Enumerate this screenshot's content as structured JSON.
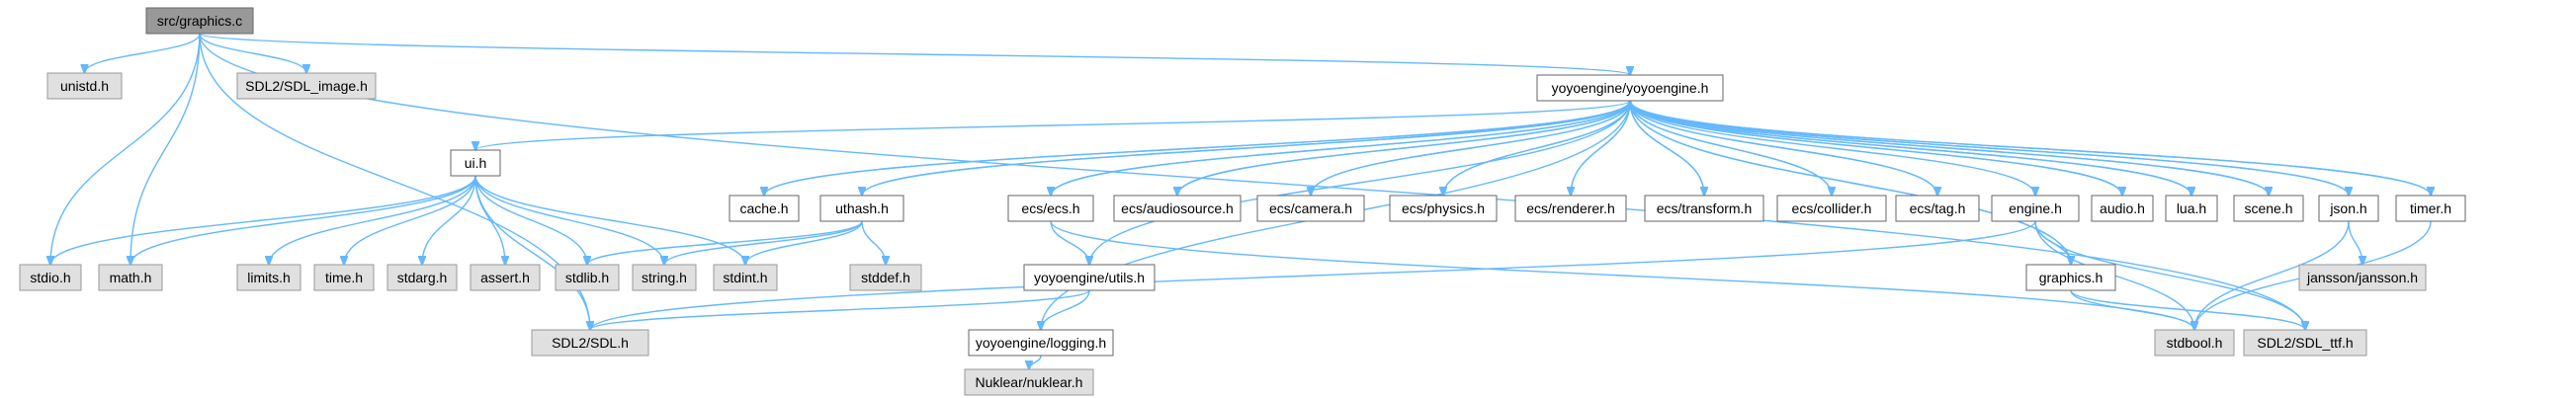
{
  "diagram": {
    "type": "include-dependency-graph",
    "edge_color": "#63b8ff",
    "node_styles": {
      "root_fill": "#999999",
      "internal_fill": "#ffffff",
      "external_fill": "#e0e0e0"
    },
    "nodes": [
      {
        "id": "graphics_c",
        "label": "src/graphics.c",
        "kind": "root"
      },
      {
        "id": "unistd",
        "label": "unistd.h",
        "kind": "external"
      },
      {
        "id": "sdl_image",
        "label": "SDL2/SDL_image.h",
        "kind": "external"
      },
      {
        "id": "yoyoengine",
        "label": "yoyoengine/yoyoengine.h",
        "kind": "internal"
      },
      {
        "id": "ui",
        "label": "ui.h",
        "kind": "internal"
      },
      {
        "id": "cache",
        "label": "cache.h",
        "kind": "internal"
      },
      {
        "id": "uthash",
        "label": "uthash.h",
        "kind": "internal"
      },
      {
        "id": "ecs",
        "label": "ecs/ecs.h",
        "kind": "internal"
      },
      {
        "id": "audiosource",
        "label": "ecs/audiosource.h",
        "kind": "internal"
      },
      {
        "id": "camera",
        "label": "ecs/camera.h",
        "kind": "internal"
      },
      {
        "id": "physics",
        "label": "ecs/physics.h",
        "kind": "internal"
      },
      {
        "id": "renderer",
        "label": "ecs/renderer.h",
        "kind": "internal"
      },
      {
        "id": "transform",
        "label": "ecs/transform.h",
        "kind": "internal"
      },
      {
        "id": "collider",
        "label": "ecs/collider.h",
        "kind": "internal"
      },
      {
        "id": "tag",
        "label": "ecs/tag.h",
        "kind": "internal"
      },
      {
        "id": "engine",
        "label": "engine.h",
        "kind": "internal"
      },
      {
        "id": "audio",
        "label": "audio.h",
        "kind": "internal"
      },
      {
        "id": "lua",
        "label": "lua.h",
        "kind": "internal"
      },
      {
        "id": "scene",
        "label": "scene.h",
        "kind": "internal"
      },
      {
        "id": "json",
        "label": "json.h",
        "kind": "internal"
      },
      {
        "id": "timer",
        "label": "timer.h",
        "kind": "internal"
      },
      {
        "id": "stdio",
        "label": "stdio.h",
        "kind": "external"
      },
      {
        "id": "math",
        "label": "math.h",
        "kind": "external"
      },
      {
        "id": "limits",
        "label": "limits.h",
        "kind": "external"
      },
      {
        "id": "time",
        "label": "time.h",
        "kind": "external"
      },
      {
        "id": "stdarg",
        "label": "stdarg.h",
        "kind": "external"
      },
      {
        "id": "assert",
        "label": "assert.h",
        "kind": "external"
      },
      {
        "id": "stdlib",
        "label": "stdlib.h",
        "kind": "external"
      },
      {
        "id": "string",
        "label": "string.h",
        "kind": "external"
      },
      {
        "id": "stdint",
        "label": "stdint.h",
        "kind": "external"
      },
      {
        "id": "stddef",
        "label": "stddef.h",
        "kind": "external"
      },
      {
        "id": "utils",
        "label": "yoyoengine/utils.h",
        "kind": "internal"
      },
      {
        "id": "graphics_h",
        "label": "graphics.h",
        "kind": "internal"
      },
      {
        "id": "jansson",
        "label": "jansson/jansson.h",
        "kind": "external"
      },
      {
        "id": "sdl",
        "label": "SDL2/SDL.h",
        "kind": "external"
      },
      {
        "id": "logging",
        "label": "yoyoengine/logging.h",
        "kind": "internal"
      },
      {
        "id": "stdbool",
        "label": "stdbool.h",
        "kind": "external"
      },
      {
        "id": "sdl_ttf",
        "label": "SDL2/SDL_ttf.h",
        "kind": "external"
      },
      {
        "id": "nuklear",
        "label": "Nuklear/nuklear.h",
        "kind": "external"
      }
    ],
    "edges": [
      [
        "graphics_c",
        "unistd"
      ],
      [
        "graphics_c",
        "sdl_image"
      ],
      [
        "graphics_c",
        "yoyoengine"
      ],
      [
        "graphics_c",
        "stdio"
      ],
      [
        "graphics_c",
        "math"
      ],
      [
        "graphics_c",
        "sdl"
      ],
      [
        "graphics_c",
        "sdl_ttf"
      ],
      [
        "yoyoengine",
        "ui"
      ],
      [
        "yoyoengine",
        "cache"
      ],
      [
        "yoyoengine",
        "uthash"
      ],
      [
        "yoyoengine",
        "ecs"
      ],
      [
        "yoyoengine",
        "audiosource"
      ],
      [
        "yoyoengine",
        "camera"
      ],
      [
        "yoyoengine",
        "physics"
      ],
      [
        "yoyoengine",
        "renderer"
      ],
      [
        "yoyoengine",
        "transform"
      ],
      [
        "yoyoengine",
        "collider"
      ],
      [
        "yoyoengine",
        "tag"
      ],
      [
        "yoyoengine",
        "engine"
      ],
      [
        "yoyoengine",
        "audio"
      ],
      [
        "yoyoengine",
        "lua"
      ],
      [
        "yoyoengine",
        "scene"
      ],
      [
        "yoyoengine",
        "json"
      ],
      [
        "yoyoengine",
        "timer"
      ],
      [
        "yoyoengine",
        "utils"
      ],
      [
        "yoyoengine",
        "graphics_h"
      ],
      [
        "yoyoengine",
        "logging"
      ],
      [
        "cache",
        "yoyoengine"
      ],
      [
        "uthash",
        "yoyoengine"
      ],
      [
        "ecs",
        "yoyoengine"
      ],
      [
        "audiosource",
        "yoyoengine"
      ],
      [
        "camera",
        "yoyoengine"
      ],
      [
        "physics",
        "yoyoengine"
      ],
      [
        "renderer",
        "yoyoengine"
      ],
      [
        "transform",
        "yoyoengine"
      ],
      [
        "collider",
        "yoyoengine"
      ],
      [
        "tag",
        "yoyoengine"
      ],
      [
        "audio",
        "yoyoengine"
      ],
      [
        "lua",
        "yoyoengine"
      ],
      [
        "scene",
        "yoyoengine"
      ],
      [
        "json",
        "yoyoengine"
      ],
      [
        "timer",
        "yoyoengine"
      ],
      [
        "graphics_h",
        "yoyoengine"
      ],
      [
        "ui",
        "stdio"
      ],
      [
        "ui",
        "math"
      ],
      [
        "ui",
        "limits"
      ],
      [
        "ui",
        "time"
      ],
      [
        "ui",
        "stdarg"
      ],
      [
        "ui",
        "assert"
      ],
      [
        "ui",
        "stdlib"
      ],
      [
        "ui",
        "string"
      ],
      [
        "ui",
        "stdint"
      ],
      [
        "ui",
        "sdl"
      ],
      [
        "uthash",
        "stdlib"
      ],
      [
        "uthash",
        "string"
      ],
      [
        "uthash",
        "stdint"
      ],
      [
        "uthash",
        "stddef"
      ],
      [
        "ecs",
        "utils"
      ],
      [
        "ecs",
        "stdbool"
      ],
      [
        "utils",
        "sdl"
      ],
      [
        "utils",
        "logging"
      ],
      [
        "logging",
        "nuklear"
      ],
      [
        "engine",
        "sdl"
      ],
      [
        "engine",
        "stdbool"
      ],
      [
        "engine",
        "sdl_ttf"
      ],
      [
        "engine",
        "graphics_h"
      ],
      [
        "graphics_h",
        "stdbool"
      ],
      [
        "graphics_h",
        "sdl_ttf"
      ],
      [
        "json",
        "jansson"
      ],
      [
        "json",
        "stdbool"
      ],
      [
        "timer",
        "stdbool"
      ]
    ]
  }
}
